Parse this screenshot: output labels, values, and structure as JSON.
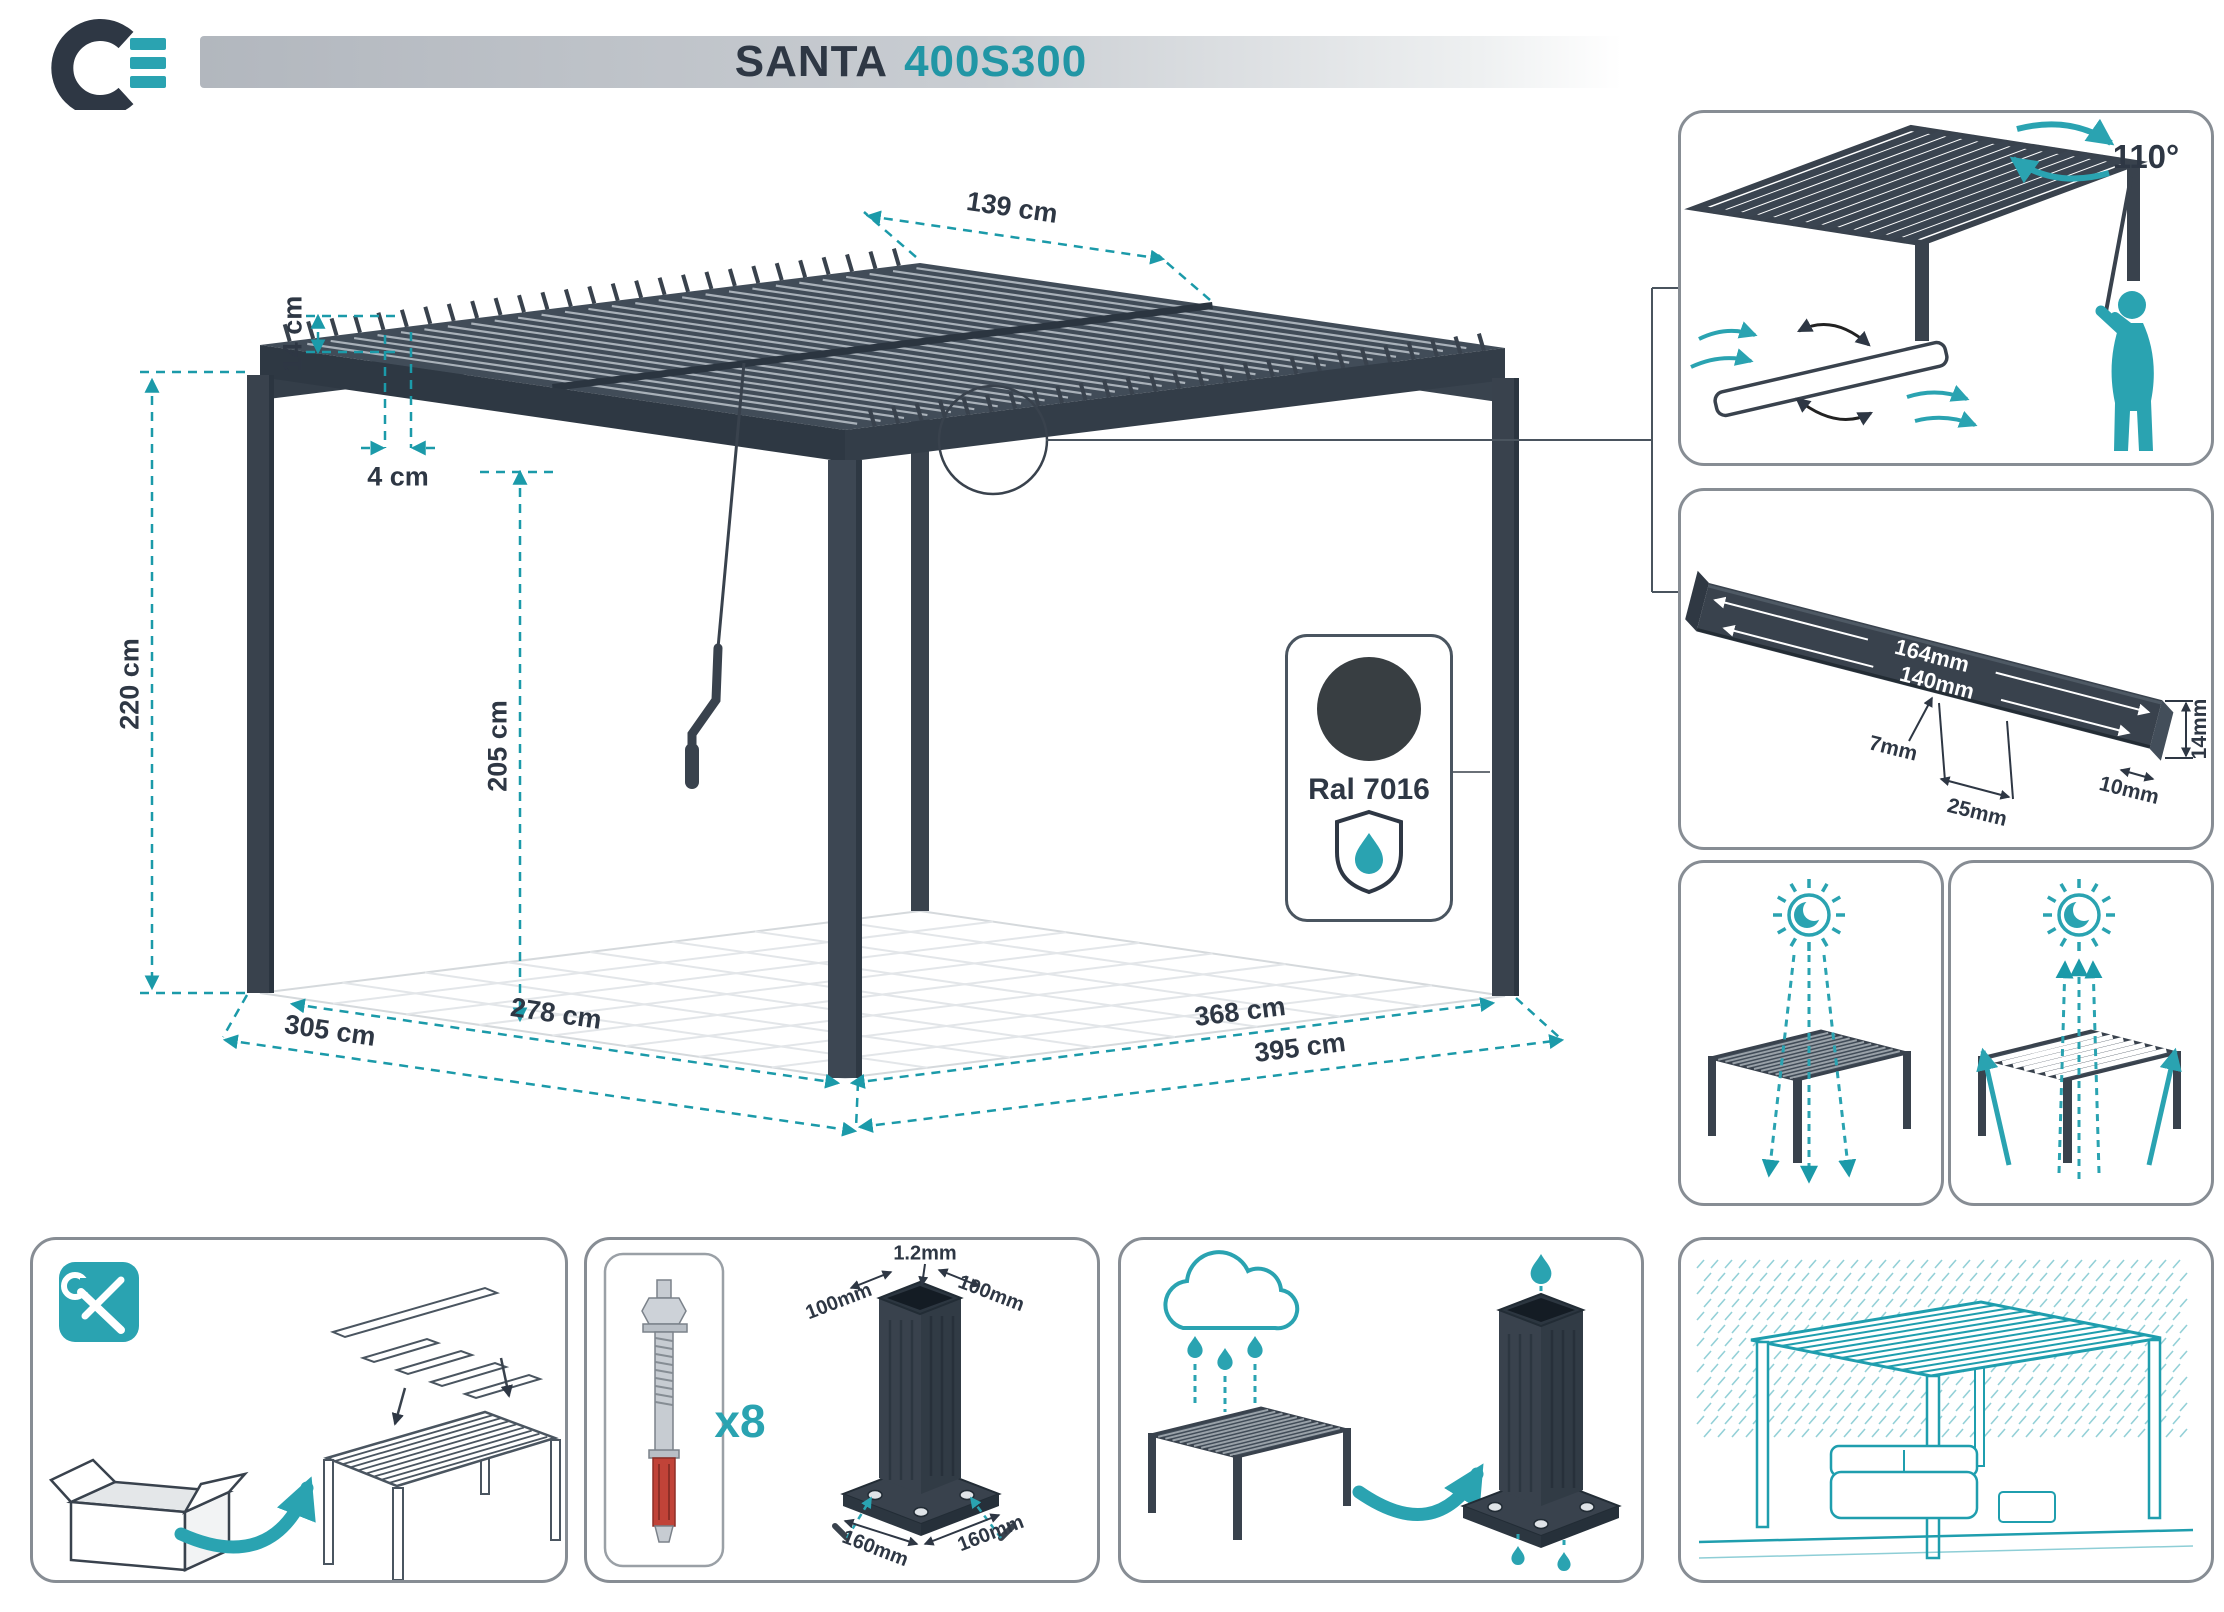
{
  "header": {
    "title_main": "SANTA",
    "title_code": "400S300"
  },
  "pergola": {
    "dim_roof_section": "139 cm",
    "dim_louver_height": "14 cm",
    "dim_louver_gap": "4 cm",
    "dim_post_height": "220 cm",
    "dim_clearance": "205 cm",
    "dim_depth_inner": "278 cm",
    "dim_depth_outer": "305 cm",
    "dim_width_inner": "368 cm",
    "dim_width_outer": "395 cm",
    "ral_label": "Ral 7016"
  },
  "rotation_panel": {
    "angle": "110°"
  },
  "louver_panel": {
    "width_total": "164mm",
    "width_flat": "140mm",
    "height": "14mm",
    "lip": "10mm",
    "edge": "7mm",
    "end": "25mm"
  },
  "anchor_panel": {
    "quantity": "x8",
    "wall": "1.2mm",
    "top_a": "100mm",
    "top_b": "100mm",
    "base_a": "160mm",
    "base_b": "160mm"
  },
  "colors": {
    "teal": "#1f9eae",
    "dark": "#2e3744",
    "anthracite": "#39424d",
    "ral7016": "#383e42",
    "red_sleeve": "#c14338"
  }
}
